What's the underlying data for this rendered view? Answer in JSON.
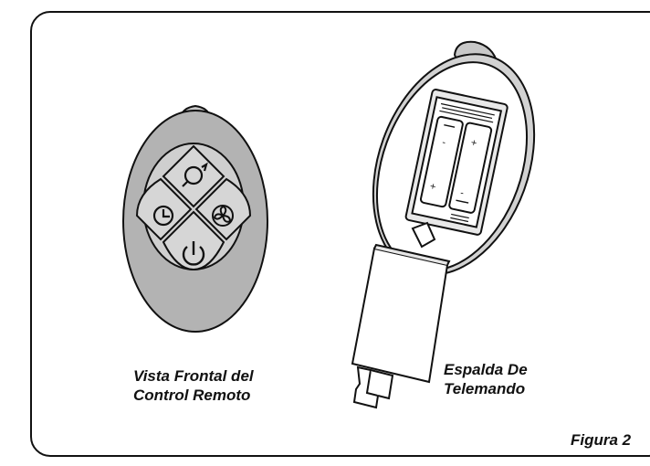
{
  "captions": {
    "front": [
      "Vista Frontal del",
      "Control Remoto"
    ],
    "back": [
      "Espalda De",
      "Telemando"
    ],
    "figure": "Figura 2"
  },
  "remote_front": {
    "buttons": [
      {
        "name": "oscillate-button",
        "icon": "oscillate-icon",
        "position": "top"
      },
      {
        "name": "timer-button",
        "icon": "clock-icon",
        "position": "left"
      },
      {
        "name": "fan-speed-button",
        "icon": "fan-icon",
        "position": "right"
      },
      {
        "name": "power-button",
        "icon": "power-icon",
        "position": "bottom"
      }
    ]
  },
  "remote_back": {
    "battery_compartment": {
      "batteries": 2,
      "battery_polarity_marks": [
        "+",
        "-",
        "+",
        "-"
      ]
    }
  },
  "colors": {
    "line": "#111111",
    "body_fill": "#b3b3b3",
    "button_fill": "#d6d6d6",
    "background": "#ffffff"
  }
}
